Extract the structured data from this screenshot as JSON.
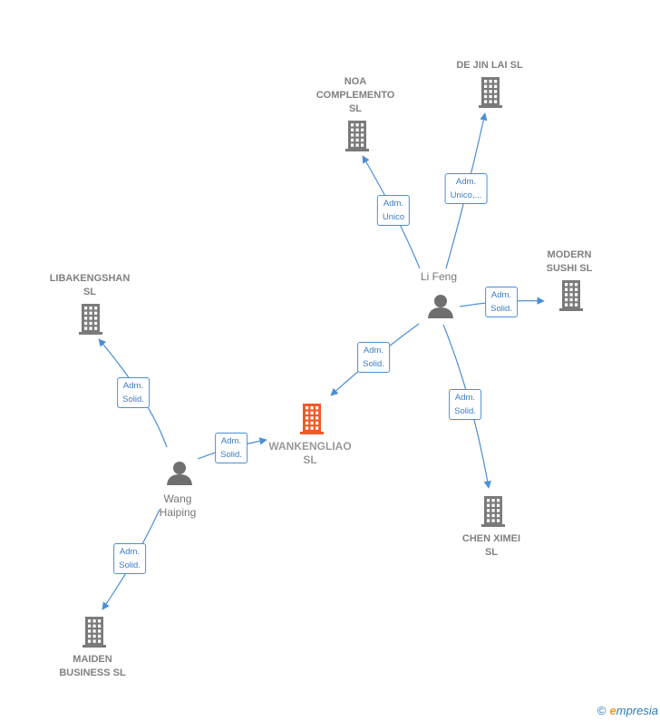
{
  "colors": {
    "edge": "#4a8fd6",
    "building": "#7a7a7a",
    "building_main": "#f05a28",
    "person": "#6f6f6f"
  },
  "nodes": {
    "wankengliao": {
      "label": "WANKENGLIAO\nSL",
      "kind": "company-main"
    },
    "li_feng": {
      "label": "Li Feng",
      "kind": "person"
    },
    "wang_haiping": {
      "label": "Wang\nHaiping",
      "kind": "person"
    },
    "noa": {
      "label": "NOA\nCOMPLEMENTO\nSL",
      "kind": "company"
    },
    "de_jin_lai": {
      "label": "DE JIN LAI SL",
      "kind": "company"
    },
    "modern_sushi": {
      "label": "MODERN\nSUSHI  SL",
      "kind": "company"
    },
    "chen_ximei": {
      "label": "CHEN XIMEI\nSL",
      "kind": "company"
    },
    "libakengshan": {
      "label": "LIBAKENGSHAN\nSL",
      "kind": "company"
    },
    "maiden": {
      "label": "MAIDEN\nBUSINESS  SL",
      "kind": "company"
    }
  },
  "edges": [
    {
      "from": "li_feng",
      "to": "noa",
      "label": "Adm.\nUnico"
    },
    {
      "from": "li_feng",
      "to": "de_jin_lai",
      "label": "Adm.\nUnico,..."
    },
    {
      "from": "li_feng",
      "to": "modern_sushi",
      "label": "Adm.\nSolid."
    },
    {
      "from": "li_feng",
      "to": "wankengliao",
      "label": "Adm.\nSolid."
    },
    {
      "from": "li_feng",
      "to": "chen_ximei",
      "label": "Adm.\nSolid."
    },
    {
      "from": "wang_haiping",
      "to": "wankengliao",
      "label": "Adm.\nSolid."
    },
    {
      "from": "wang_haiping",
      "to": "libakengshan",
      "label": "Adm.\nSolid."
    },
    {
      "from": "wang_haiping",
      "to": "maiden",
      "label": "Adm.\nSolid."
    }
  ],
  "footer": {
    "copyright": "©",
    "brand_first": "e",
    "brand_rest": "mpresia"
  }
}
